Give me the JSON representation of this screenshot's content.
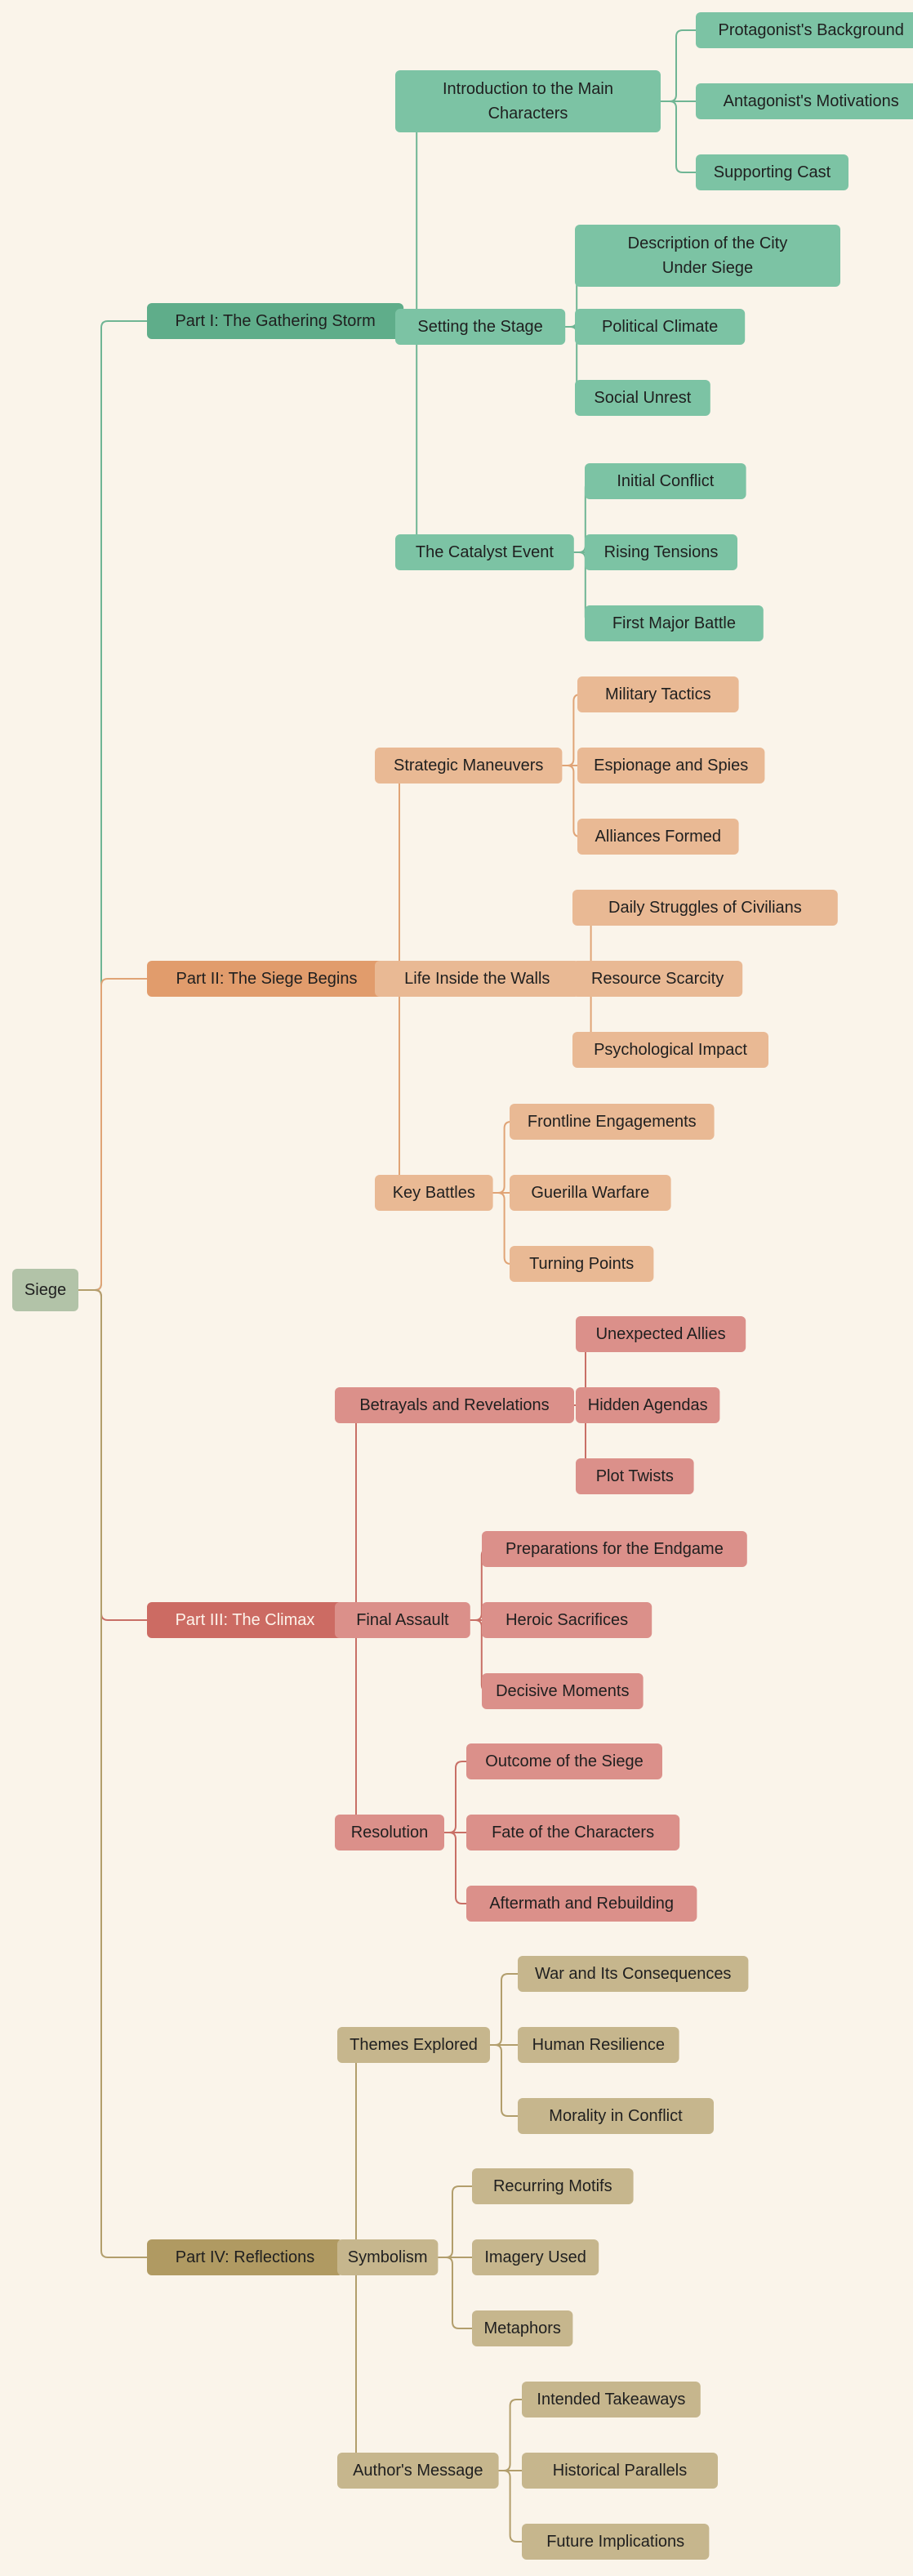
{
  "diagram": {
    "root": "Siege",
    "sections": [
      {
        "label": "Part I: The Gathering Storm",
        "color": "#5fad8a",
        "child_color": "#7cc3a4",
        "line_color": "#6fb594",
        "children": [
          {
            "label": "Introduction to the Main Characters",
            "children": [
              "Protagonist's Background",
              "Antagonist's Motivations",
              "Supporting Cast"
            ]
          },
          {
            "label": "Setting the Stage",
            "children": [
              "Description of the City Under Siege",
              "Political Climate",
              "Social Unrest"
            ]
          },
          {
            "label": "The Catalyst Event",
            "children": [
              "Initial Conflict",
              "Rising Tensions",
              "First Major Battle"
            ]
          }
        ]
      },
      {
        "label": "Part II: The Siege Begins",
        "color": "#e19c6c",
        "child_color": "#e9b994",
        "line_color": "#e0a476",
        "children": [
          {
            "label": "Strategic Maneuvers",
            "children": [
              "Military Tactics",
              "Espionage and Spies",
              "Alliances Formed"
            ]
          },
          {
            "label": "Life Inside the Walls",
            "children": [
              "Daily Struggles of Civilians",
              "Resource Scarcity",
              "Psychological Impact"
            ]
          },
          {
            "label": "Key Battles",
            "children": [
              "Frontline Engagements",
              "Guerilla Warfare",
              "Turning Points"
            ]
          }
        ]
      },
      {
        "label": "Part III: The Climax",
        "color": "#cc6b63",
        "child_color": "#db908a",
        "line_color": "#c86f66",
        "children": [
          {
            "label": "Betrayals and Revelations",
            "children": [
              "Unexpected Allies",
              "Hidden Agendas",
              "Plot Twists"
            ]
          },
          {
            "label": "Final Assault",
            "children": [
              "Preparations for the Endgame",
              "Heroic Sacrifices",
              "Decisive Moments"
            ]
          },
          {
            "label": "Resolution",
            "children": [
              "Outcome of the Siege",
              "Fate of the Characters",
              "Aftermath and Rebuilding"
            ]
          }
        ]
      },
      {
        "label": "Part IV: Reflections",
        "color": "#b09a62",
        "child_color": "#c6b68d",
        "line_color": "#b29e6c",
        "children": [
          {
            "label": "Themes Explored",
            "children": [
              "War and Its Consequences",
              "Human Resilience",
              "Morality in Conflict"
            ]
          },
          {
            "label": "Symbolism",
            "children": [
              "Recurring Motifs",
              "Imagery Used",
              "Metaphors"
            ]
          },
          {
            "label": "Author's Message",
            "children": [
              "Intended Takeaways",
              "Historical Parallels",
              "Future Implications"
            ]
          }
        ]
      }
    ],
    "root_color": "#b2c3a8",
    "root_line_color": "#a87a5e",
    "light_text_color": "#fdf3ea",
    "dark_text_color": "#1f1f1f"
  }
}
